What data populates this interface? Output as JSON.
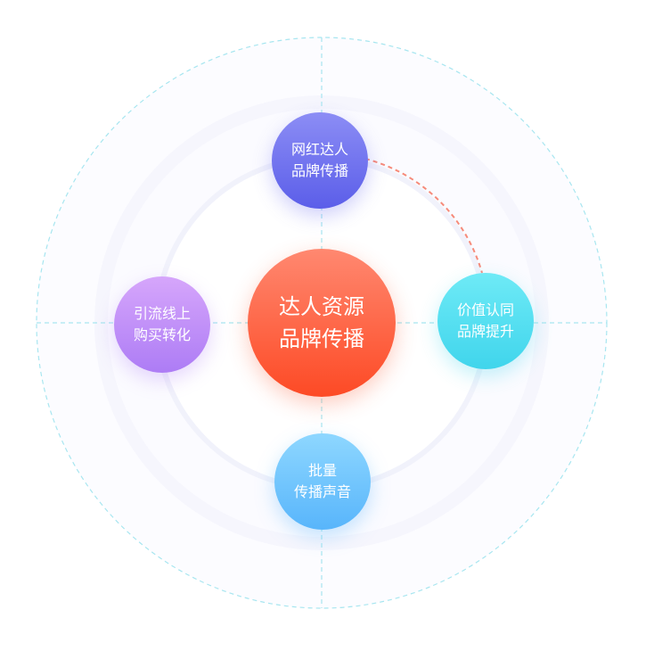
{
  "center": {
    "line1": "达人资源",
    "line2": "品牌传播"
  },
  "nodes": {
    "top": {
      "line1": "网红达人",
      "line2": "品牌传播"
    },
    "right": {
      "line1": "价值认同",
      "line2": "品牌提升"
    },
    "bottom": {
      "line1": "批量",
      "line2": "传播声音"
    },
    "left": {
      "line1": "引流线上",
      "line2": "购买转化"
    }
  },
  "colors": {
    "accent": "#fd4a25",
    "dash": "#a8e6f0",
    "arc": "#f68b7a"
  }
}
